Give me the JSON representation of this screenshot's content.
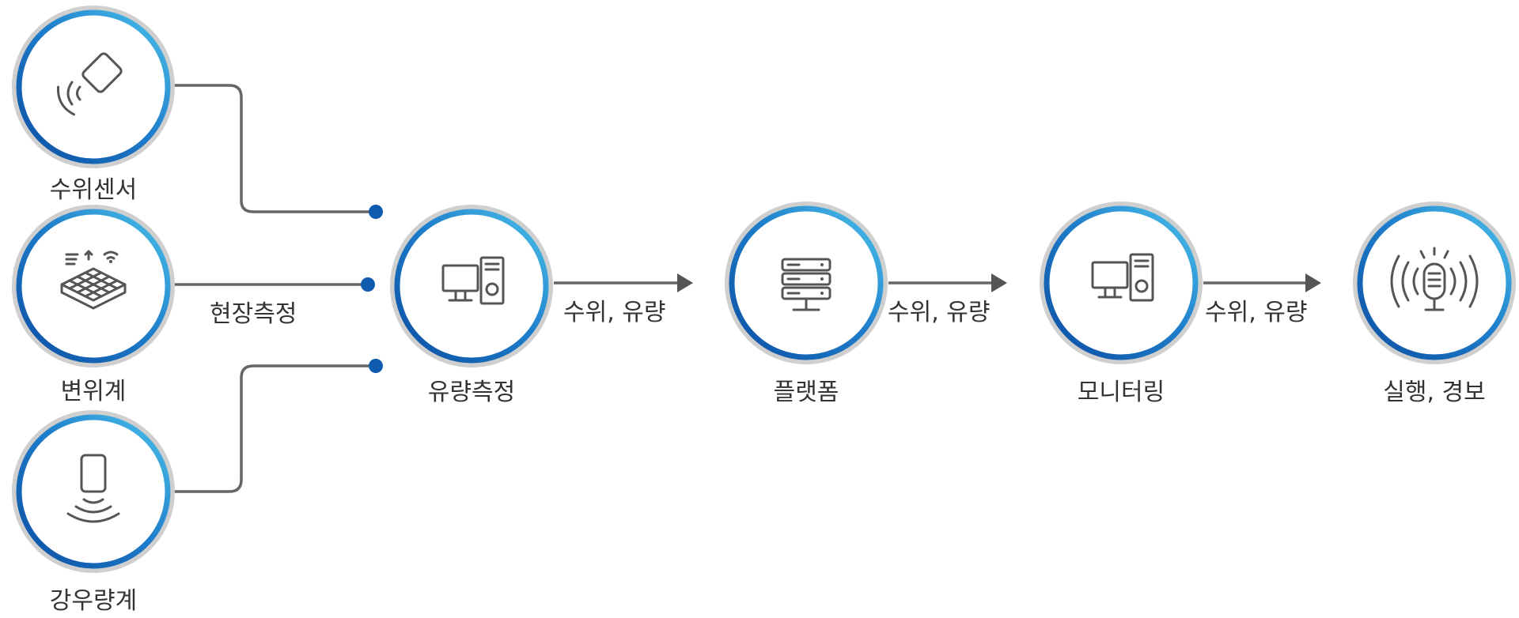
{
  "nodes": {
    "water_level_sensor": {
      "label": "수위센서",
      "icon": "contactless-sensor-icon"
    },
    "displacement_meter": {
      "label": "변위계",
      "icon": "sensor-grid-icon"
    },
    "rain_gauge": {
      "label": "강우량계",
      "icon": "phone-signal-icon"
    },
    "flow_measurement": {
      "label": "유량측정",
      "icon": "desktop-computer-icon"
    },
    "platform": {
      "label": "플랫폼",
      "icon": "server-icon"
    },
    "monitoring": {
      "label": "모니터링",
      "icon": "desktop-computer-icon"
    },
    "execution_alert": {
      "label": "실행, 경보",
      "icon": "microphone-broadcast-icon"
    }
  },
  "edges": {
    "field_measurement": "현장측정",
    "flow_to_platform": "수위, 유량",
    "platform_to_monitoring": "수위, 유량",
    "monitoring_to_alert": "수위, 유량"
  },
  "colors": {
    "ring_dark": "#0b4ea2",
    "ring_light": "#4cc3ea",
    "dot": "#0e5bb0",
    "line": "#666666",
    "text": "#333333"
  }
}
